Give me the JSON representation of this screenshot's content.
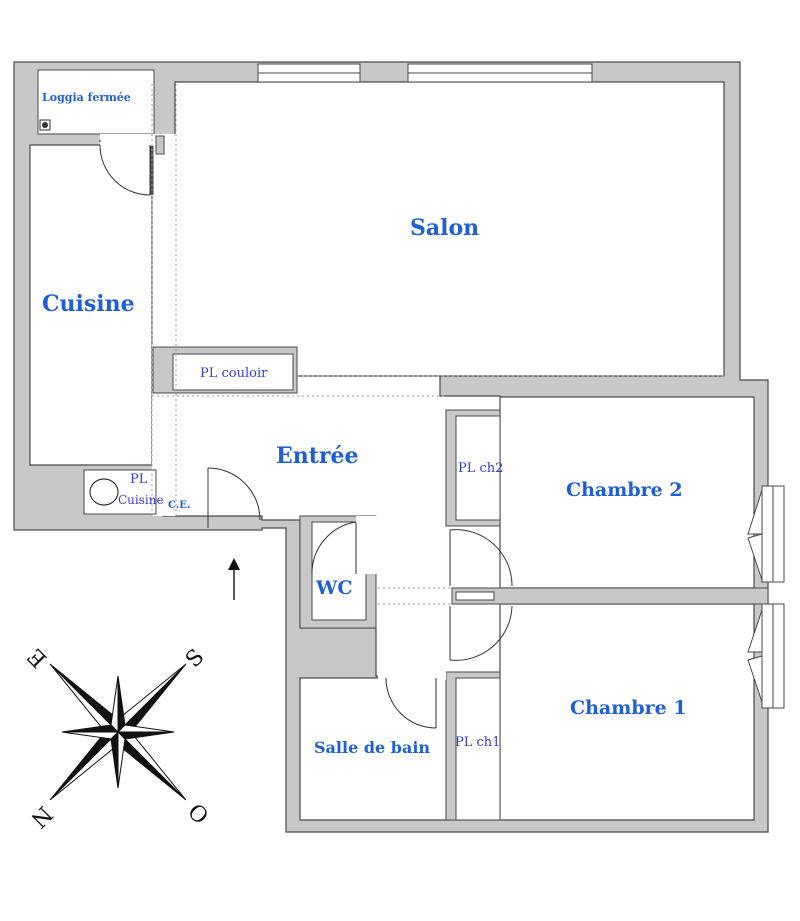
{
  "colors": {
    "wall": "#c8c8c8",
    "wall_outline": "#4a4a4a",
    "room_label": "#1f5fd6",
    "closet_label": "#3a3ad0",
    "line": "#333333"
  },
  "rooms": {
    "loggia": "Loggia fermée",
    "salon": "Salon",
    "cuisine": "Cuisine",
    "entree": "Entrée",
    "chambre2": "Chambre 2",
    "chambre1": "Chambre 1",
    "wc": "WC",
    "salle_de_bain": "Salle de bain"
  },
  "closets": {
    "pl_couloir": "PL couloir",
    "pl_ch2": "PL ch2",
    "pl_ch1": "PL ch1",
    "pl_cuisine_line1": "PL",
    "pl_cuisine_line2": "Cuisine",
    "ce": "C.E."
  },
  "compass": {
    "north": "N",
    "south": "S",
    "east": "E",
    "west": "O"
  },
  "icons": {
    "entrance_arrow": "entrance-arrow-icon",
    "compass_rose": "compass-rose-icon"
  }
}
